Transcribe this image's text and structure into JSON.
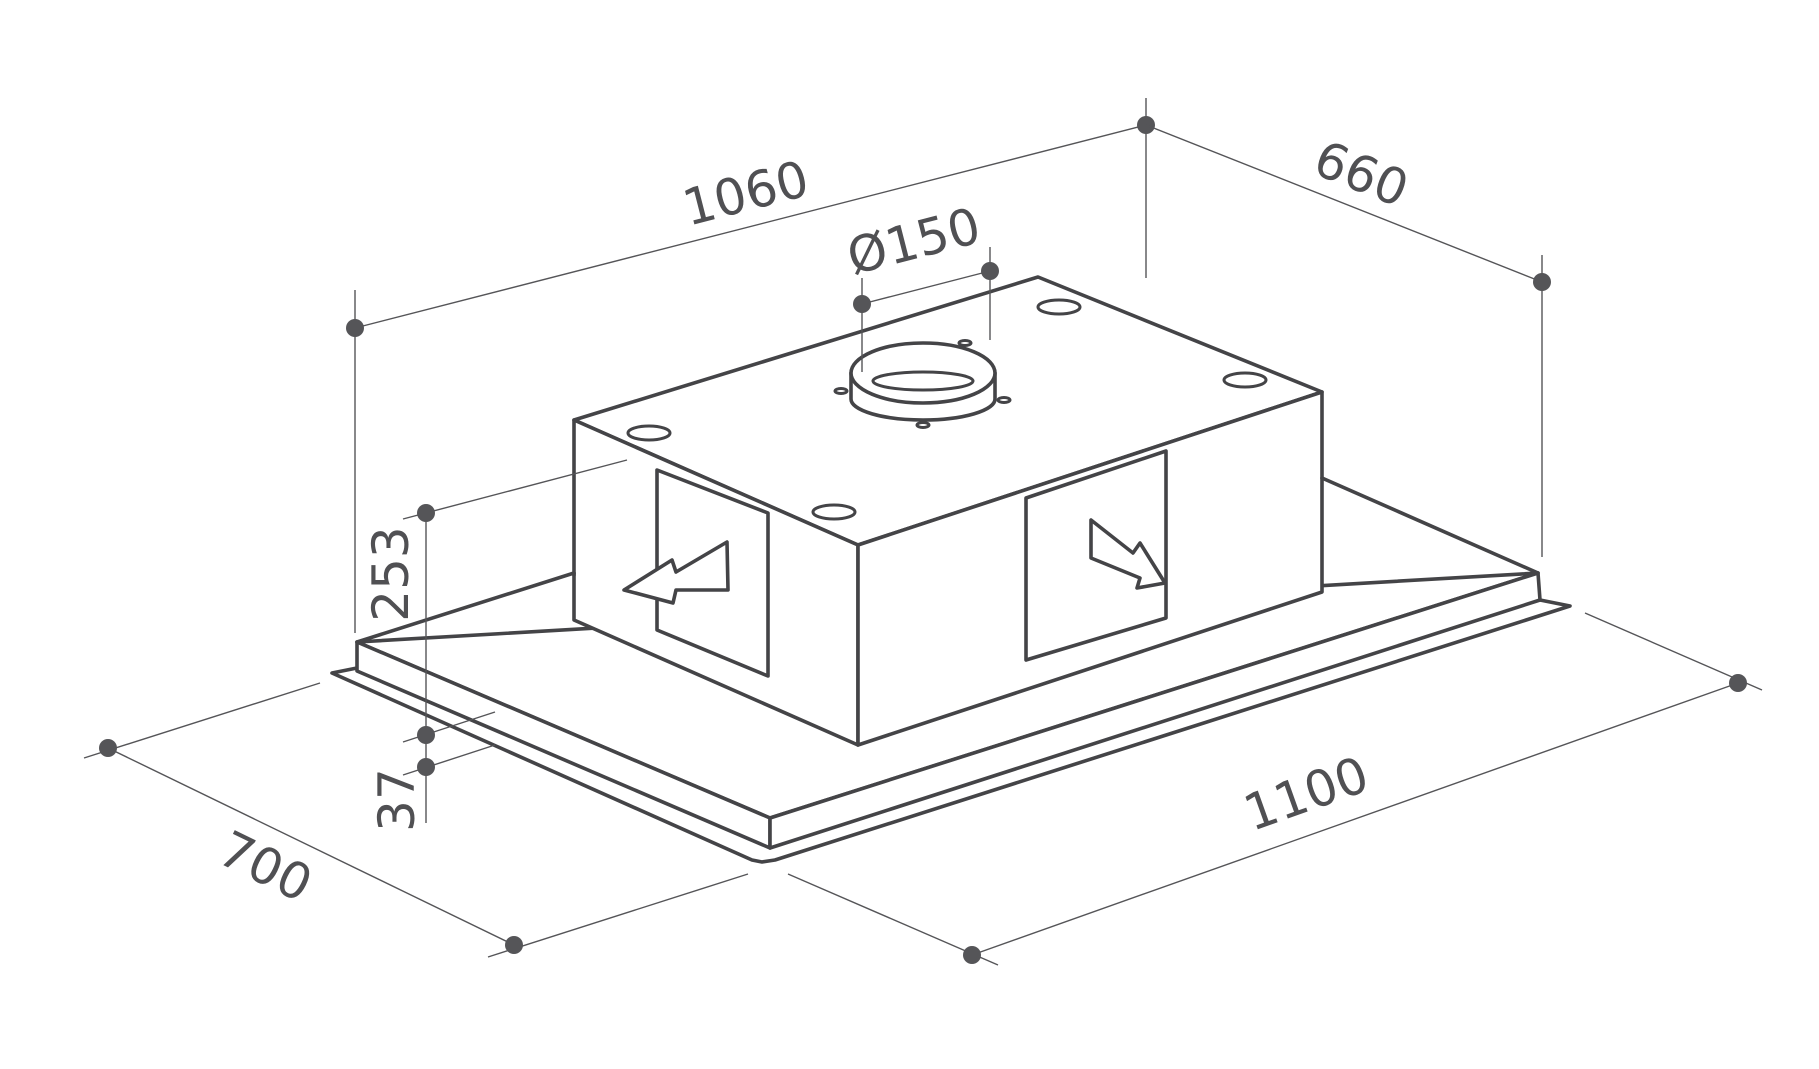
{
  "dimensions": {
    "width_top": "1060",
    "depth_top": "660",
    "outlet_diameter": "Ø150",
    "height": "253",
    "glass_thickness": "37",
    "depth_bottom": "700",
    "width_bottom": "1100"
  },
  "colors": {
    "line": "#444447",
    "dimension": "#555558",
    "background": "#ffffff"
  }
}
